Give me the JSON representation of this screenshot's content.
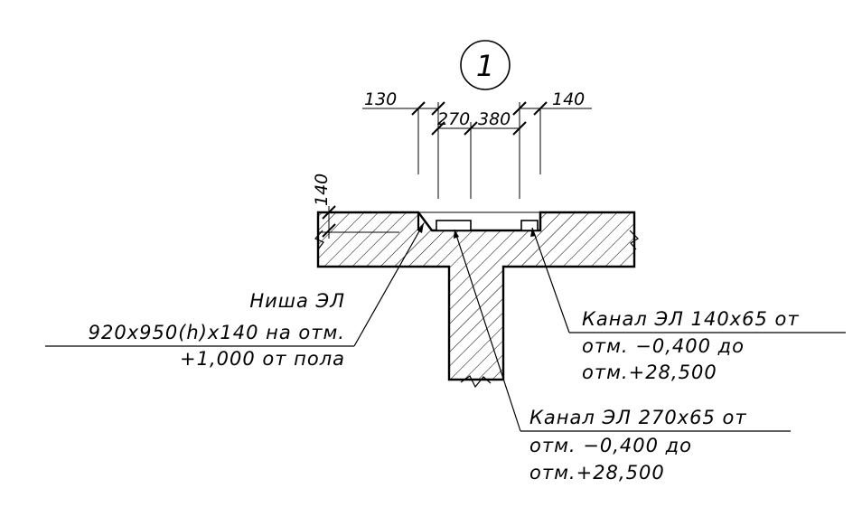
{
  "marker": {
    "label": "1"
  },
  "dimensions": {
    "left_outer": "130",
    "center_left": "270",
    "center_right": "380",
    "right_outer": "140",
    "thickness_vertical": "140"
  },
  "annotations": {
    "niche": {
      "line1": "Ниша ЭЛ",
      "line2": "920x950(h)x140 на отм.",
      "line3": "+1,000 от пола"
    },
    "channel_140": {
      "line1": "Канал ЭЛ 140x65 от",
      "line2": "отм. −0,400 до",
      "line3": "отм.+28,500"
    },
    "channel_270": {
      "line1": "Канал ЭЛ 270x65 от",
      "line2": "отм. −0,400 до",
      "line3": "отм.+28,500"
    }
  },
  "colors": {
    "line": "#000000",
    "background": "#ffffff"
  }
}
